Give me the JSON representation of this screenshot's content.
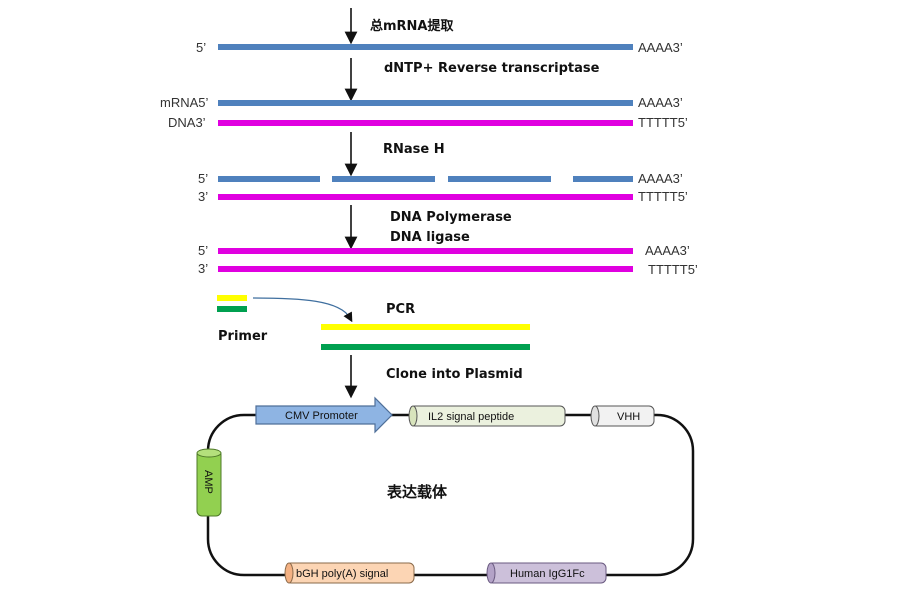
{
  "steps": {
    "extract": "总mRNA提取",
    "rt": "dNTP+ Reverse transcriptase",
    "rnase": "RNase H",
    "pol": "DNA Polymerase",
    "ligase": "DNA ligase",
    "pcr": "PCR",
    "clone": "Clone into Plasmid"
  },
  "strand_labels": {
    "row1_left": "5’",
    "row1_right": "AAAA3’",
    "row2_left": "mRNA5’",
    "row2_right": "AAAA3’",
    "row3_left": "DNA3’",
    "row3_right": "TTTTT5’",
    "row4_left": "5’",
    "row4_right": "AAAA3’",
    "row5_left": "3’",
    "row5_right": "TTTTT5’",
    "row6_left": "5’",
    "row6_right": "AAAA3’",
    "row7_left": "3’",
    "row7_right": "TTTTT5’"
  },
  "primer_label": "Primer",
  "plasmid": {
    "title": "表达载体",
    "cmv": "CMV Promoter",
    "il2": "IL2 signal peptide",
    "vhh": "VHH",
    "amp": "AMP",
    "bgh": "bGH poly(A) signal",
    "fc": "Human IgG1Fc"
  },
  "colors": {
    "rna": "#4f81bd",
    "dna": "#e000e0",
    "primer_yellow": "#ffff00",
    "primer_green": "#00a050",
    "cmv_fill": "#8eb4e3",
    "il2_fill": "#ebf1de",
    "vhh_fill": "#f2f2f2",
    "amp_fill": "#92d050",
    "bgh_fill": "#fcd5b4",
    "fc_fill": "#ccc0da"
  }
}
